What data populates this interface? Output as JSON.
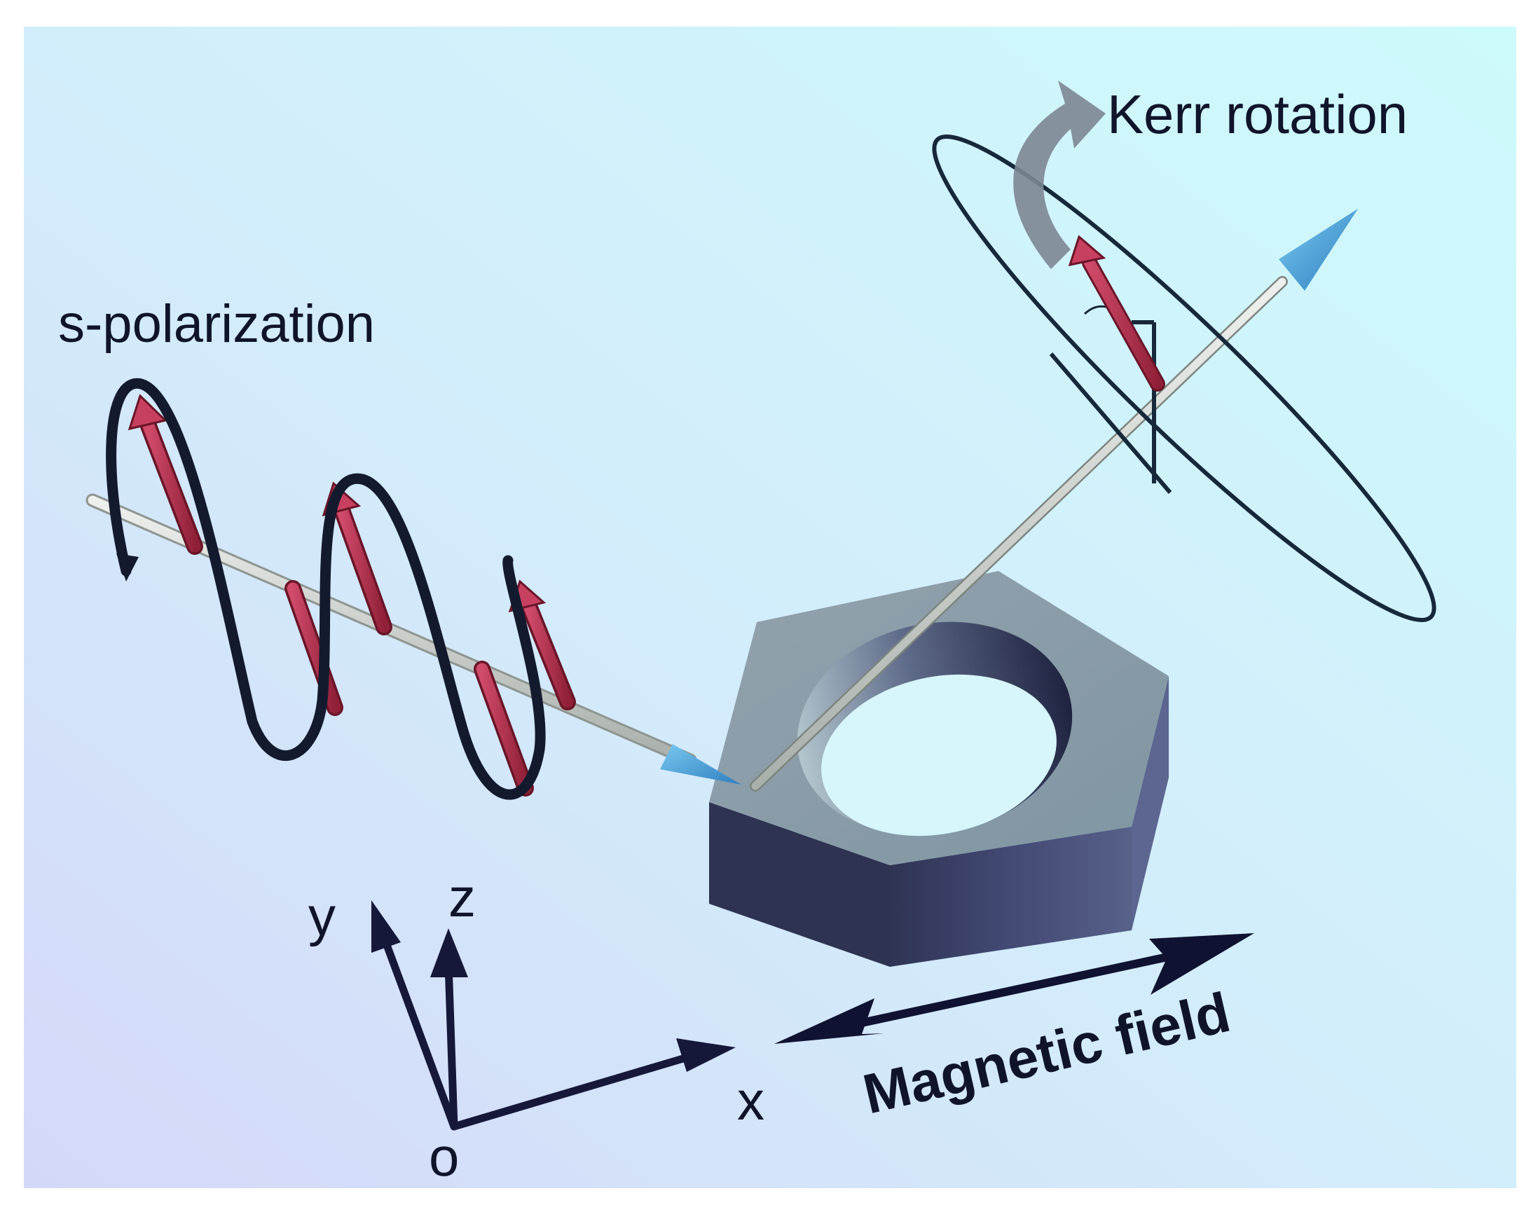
{
  "labels": {
    "kerr_rotation": "Kerr rotation",
    "s_polarization": "s-polarization",
    "magnetic_field": "Magnetic field",
    "axis_x": "x",
    "axis_y": "y",
    "axis_z": "z",
    "axis_origin": "o"
  },
  "colors": {
    "background_top_right": "#cdf9fb",
    "background_bottom_left": "#d4d8f8",
    "beam_rod": "#c9cfc9",
    "beam_arrow_head": "#4a9fd8",
    "field_vector": "#b03050",
    "wave_line": "#141a2e",
    "sample_top": "#8d9eaa",
    "sample_side": "#3c4268",
    "ellipse": "#16283a",
    "rotation_arrow": "#7d8694"
  },
  "icons": {
    "rotation": "curved-rotation-arrow-icon",
    "field": "double-headed-arrow-icon"
  }
}
